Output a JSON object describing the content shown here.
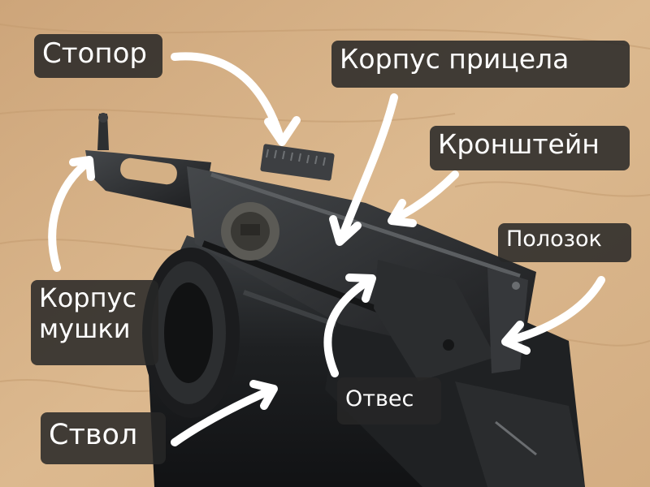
{
  "labels": {
    "stopor": "Стопор",
    "korpus_pritsela": "Корпус прицела",
    "kronshtein": "Кронштейн",
    "polozok": "Полозок",
    "korpus_mushki": "Корпус\nмушки",
    "otves": "Отвес",
    "stvol": "Ствол"
  },
  "colors": {
    "wood": "#d7b389",
    "metal": "#2b2d2f",
    "label_bg": "#262626",
    "label_text": "#ffffff",
    "arrow": "#ffffff"
  }
}
